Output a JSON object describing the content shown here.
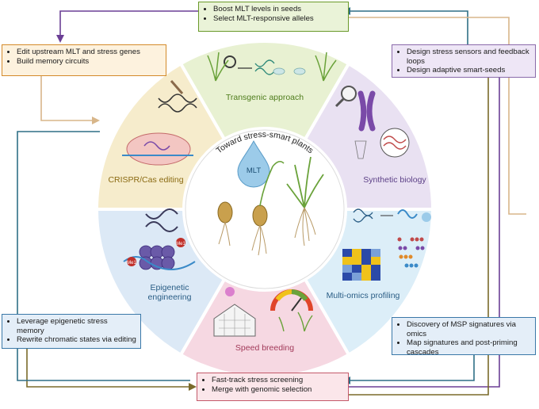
{
  "center": {
    "title": "Toward stress-smart plants",
    "drop_label": "MLT"
  },
  "sectors": [
    {
      "key": "transgenic",
      "label": "Transgenic approach",
      "fill": "#e8f1d2",
      "text_color": "#4f7d1d"
    },
    {
      "key": "synbio",
      "label": "Synthetic biology",
      "fill": "#e9e1f2",
      "text_color": "#5b3f86"
    },
    {
      "key": "omics",
      "label": "Multi-omics profiling",
      "fill": "#dceef8",
      "text_color": "#2a5d85"
    },
    {
      "key": "speed",
      "label": "Speed breeding",
      "fill": "#f6d8e2",
      "text_color": "#a23a5a"
    },
    {
      "key": "epigenetic",
      "label": "Epigenetic\nengineering",
      "fill": "#dce9f6",
      "text_color": "#2a5d85"
    },
    {
      "key": "crispr",
      "label": "CRISPR/Cas editing",
      "fill": "#f6eccc",
      "text_color": "#8a6a12"
    }
  ],
  "boxes": {
    "top": {
      "items": [
        "Boost MLT levels in seeds",
        "Select MLT-responsive alleles"
      ],
      "border": "#6a9a2a",
      "fill": "#eaf3d8"
    },
    "top_left": {
      "items": [
        "Edit upstream MLT and stress genes",
        "Build memory circuits"
      ],
      "border": "#d48a2a",
      "fill": "#fdf2de"
    },
    "top_right": {
      "items": [
        "Design stress sensors and feedback loops",
        "Design adaptive smart-seeds"
      ],
      "border": "#8a6aaa",
      "fill": "#eee6f6"
    },
    "bottom_left": {
      "items": [
        "Leverage epigenetic stress memory",
        "Rewrite chromatic states via editing"
      ],
      "border": "#3a78a8",
      "fill": "#e4eef8"
    },
    "bottom_right": {
      "items": [
        "Discovery of MSP signatures via omics",
        "Map signatures and post-priming cascades"
      ],
      "border": "#3a78a8",
      "fill": "#e4eef8"
    },
    "bottom": {
      "items": [
        "Fast-track stress screening",
        "Merge with genomic selection"
      ],
      "border": "#c45a6a",
      "fill": "#fbe6ea"
    }
  },
  "epigenetic_marks": [
    "Me1",
    "Me1"
  ],
  "colors": {
    "arrow_purple": "#6b3f95",
    "arrow_teal": "#2f6f86",
    "arrow_olive": "#7a6a2a",
    "arrow_tan": "#d8b68a",
    "ring_outline": "#ffffff"
  }
}
